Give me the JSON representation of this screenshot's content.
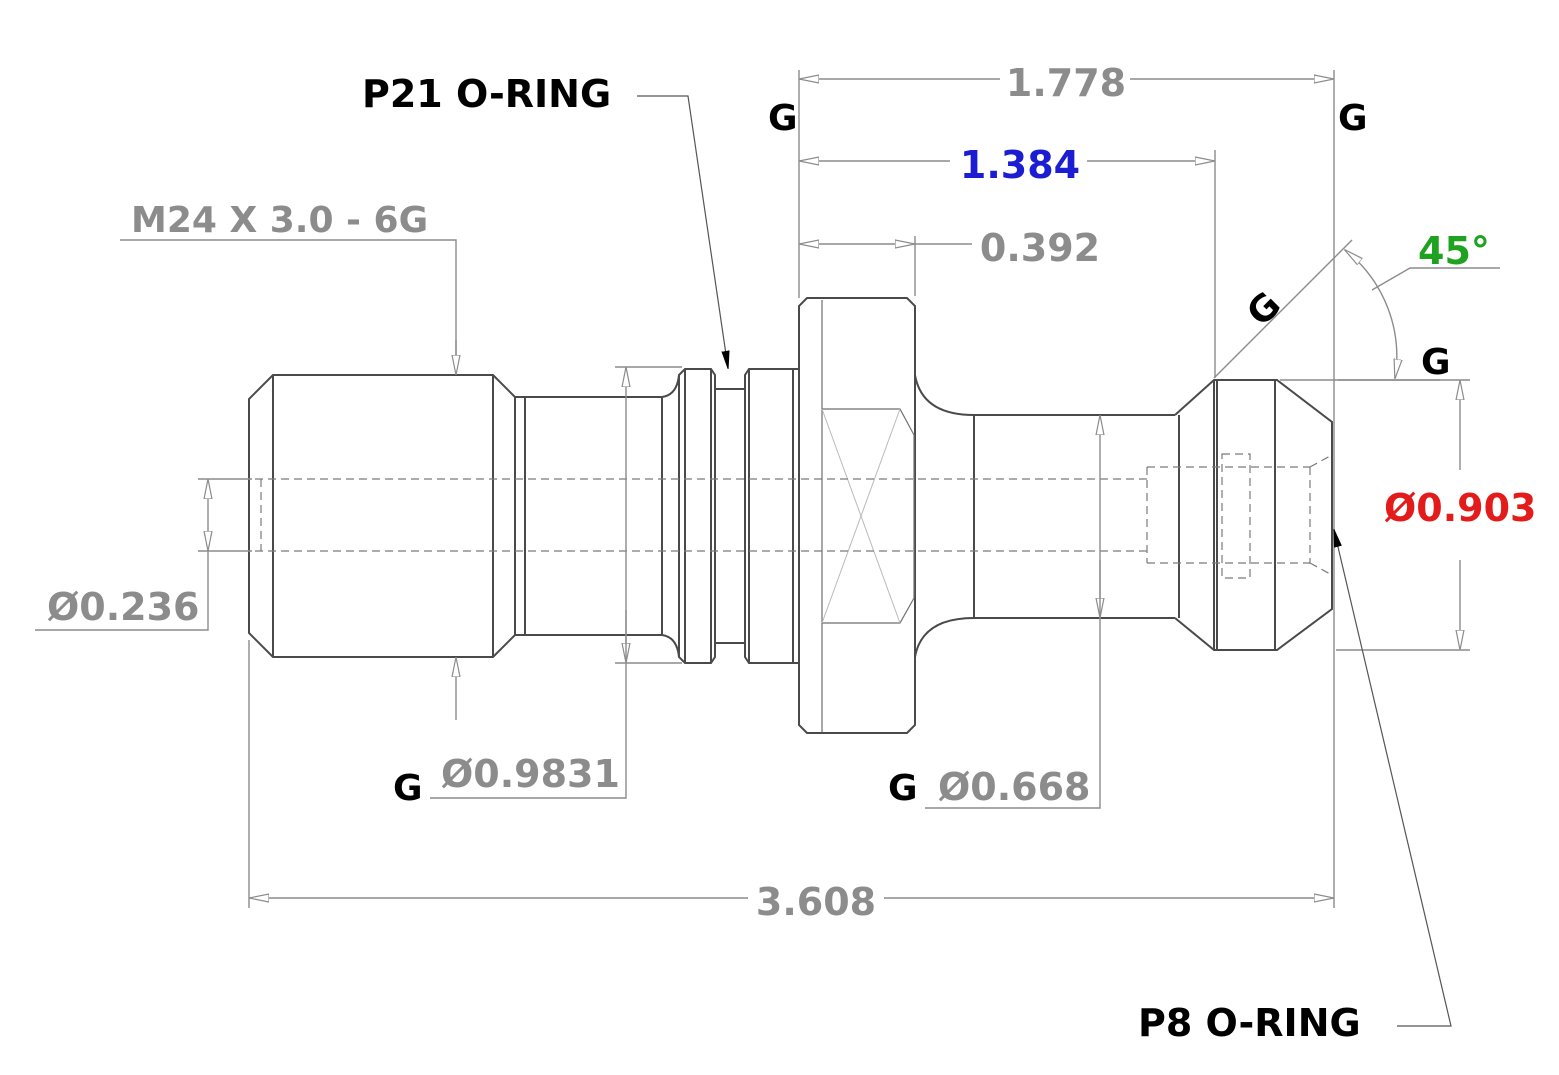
{
  "labels": {
    "p21_oring": "P21 O-RING",
    "p8_oring": "P8 O-RING",
    "thread": "M24 X 3.0 - 6G",
    "overall_length": "3.608",
    "len_1778": "1.778",
    "len_1384": "1.384",
    "len_0392": "0.392",
    "angle": "45°",
    "dia_0903": "Ø0.903",
    "dia_0236": "Ø0.236",
    "dia_09831": "Ø0.9831",
    "dia_0668": "Ø0.668",
    "g": "G"
  },
  "colors": {
    "dimension": "#8c8c8c",
    "label_black": "#000000",
    "len_1384": "#1c1cd2",
    "angle": "#1fa21f",
    "dia_0903": "#e31b1b"
  }
}
